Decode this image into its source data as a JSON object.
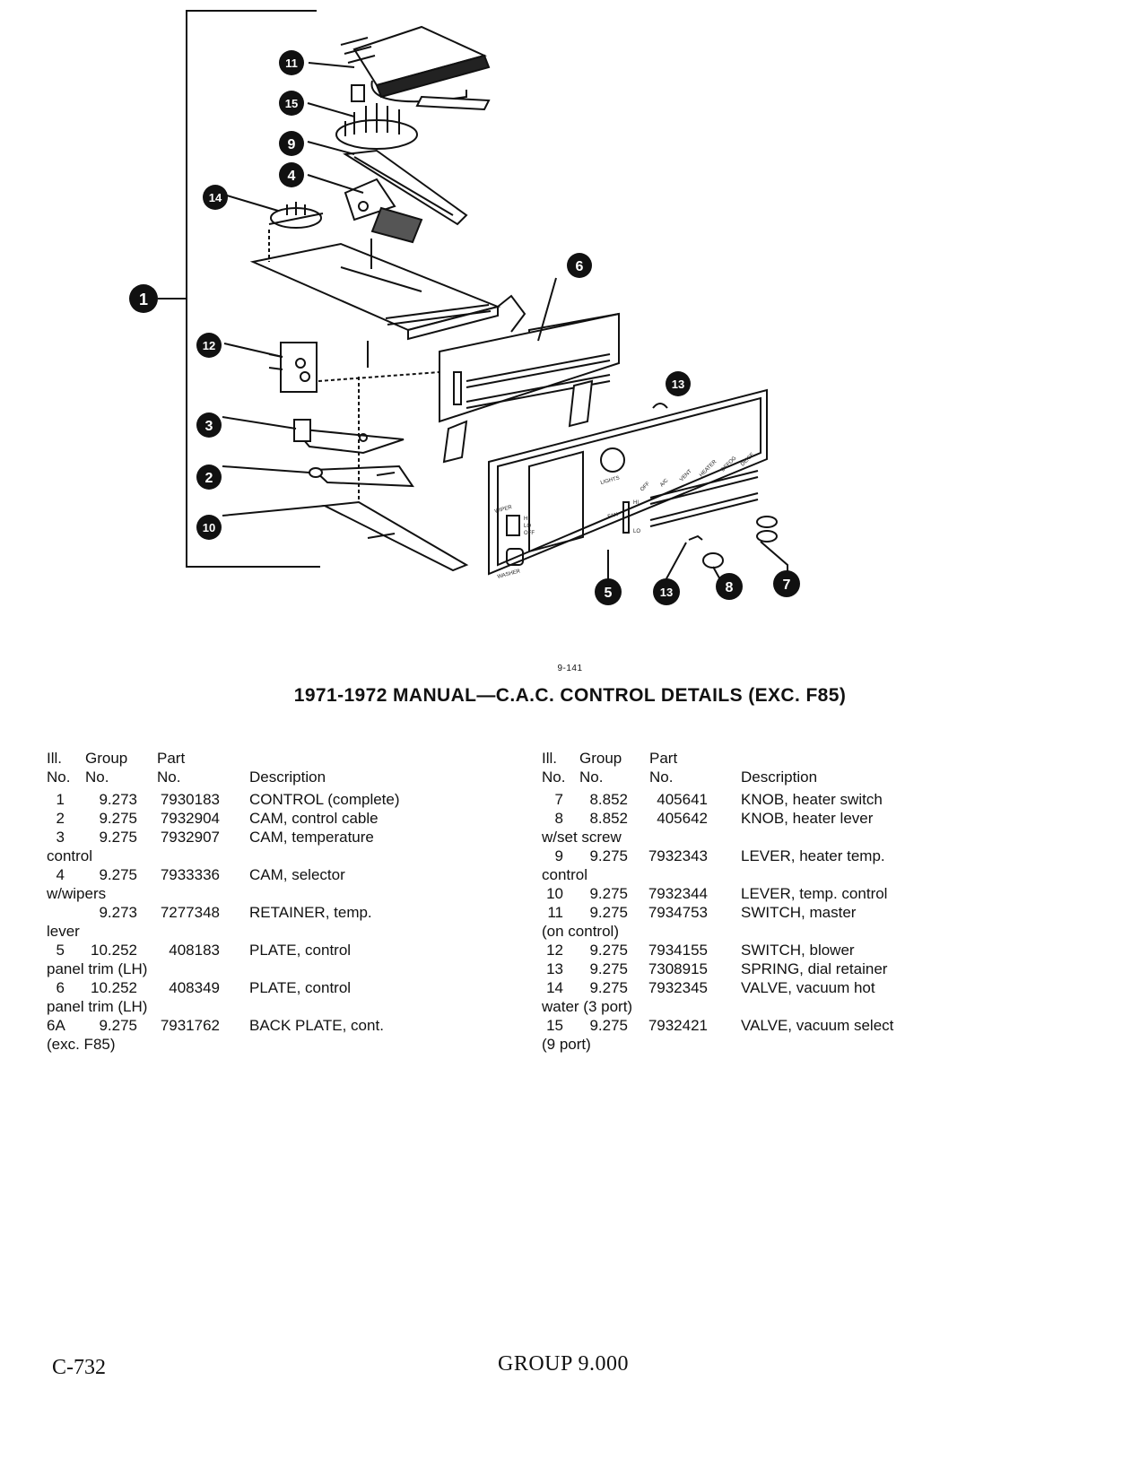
{
  "callouts": [
    "1",
    "2",
    "3",
    "4",
    "5",
    "6",
    "7",
    "8",
    "9",
    "10",
    "11",
    "12",
    "13",
    "13",
    "14",
    "15"
  ],
  "panel_labels": {
    "wiper": "WIPER",
    "wiper_positions": [
      "HI",
      "LO",
      "OFF"
    ],
    "washer": "WASHER",
    "lights": "LIGHTS",
    "fan": "FAN",
    "fan_positions": [
      "HI",
      "LO"
    ],
    "selector": [
      "OFF",
      "A/C",
      "VENT",
      "HEATER",
      "DEFOG",
      "DEICE"
    ]
  },
  "figure_number": "9-141",
  "title": "1971-1972 MANUAL—C.A.C. CONTROL DETAILS (EXC. F85)",
  "table_headers": {
    "ill": [
      "Ill.",
      "No."
    ],
    "group": [
      "Group",
      "No."
    ],
    "part": [
      "Part",
      "No."
    ],
    "description": "Description"
  },
  "left_rows": [
    {
      "ill": "1",
      "group": "9.273",
      "part": "7930183",
      "desc": "CONTROL (complete)"
    },
    {
      "ill": "2",
      "group": "9.275",
      "part": "7932904",
      "desc": "CAM, control cable"
    },
    {
      "ill": "3",
      "group": "9.275",
      "part": "7932907",
      "desc": "CAM, temperature\ncontrol"
    },
    {
      "ill": "4",
      "group": "9.275",
      "part": "7933336",
      "desc": "CAM, selector\nw/wipers"
    },
    {
      "ill": "",
      "group": "9.273",
      "part": "7277348",
      "desc": "RETAINER, temp.\nlever"
    },
    {
      "ill": "5",
      "group": "10.252",
      "part": "408183",
      "desc": "PLATE, control\npanel trim (LH)"
    },
    {
      "ill": "6",
      "group": "10.252",
      "part": "408349",
      "desc": "PLATE, control\npanel trim (LH)"
    },
    {
      "ill": "6A",
      "group": "9.275",
      "part": "7931762",
      "desc": "BACK PLATE, cont.\n(exc. F85)"
    }
  ],
  "right_rows": [
    {
      "ill": "7",
      "group": "8.852",
      "part": "405641",
      "desc": "KNOB, heater switch"
    },
    {
      "ill": "8",
      "group": "8.852",
      "part": "405642",
      "desc": "KNOB, heater lever\nw/set screw"
    },
    {
      "ill": "9",
      "group": "9.275",
      "part": "7932343",
      "desc": "LEVER, heater temp.\ncontrol"
    },
    {
      "ill": "10",
      "group": "9.275",
      "part": "7932344",
      "desc": "LEVER, temp. control"
    },
    {
      "ill": "11",
      "group": "9.275",
      "part": "7934753",
      "desc": "SWITCH, master\n(on control)"
    },
    {
      "ill": "12",
      "group": "9.275",
      "part": "7934155",
      "desc": "SWITCH, blower"
    },
    {
      "ill": "13",
      "group": "9.275",
      "part": "7308915",
      "desc": "SPRING, dial retainer"
    },
    {
      "ill": "14",
      "group": "9.275",
      "part": "7932345",
      "desc": "VALVE, vacuum hot\nwater (3 port)"
    },
    {
      "ill": "15",
      "group": "9.275",
      "part": "7932421",
      "desc": "VALVE, vacuum select\n(9 port)"
    }
  ],
  "page_number": "C-732",
  "group_label": "GROUP 9.000"
}
